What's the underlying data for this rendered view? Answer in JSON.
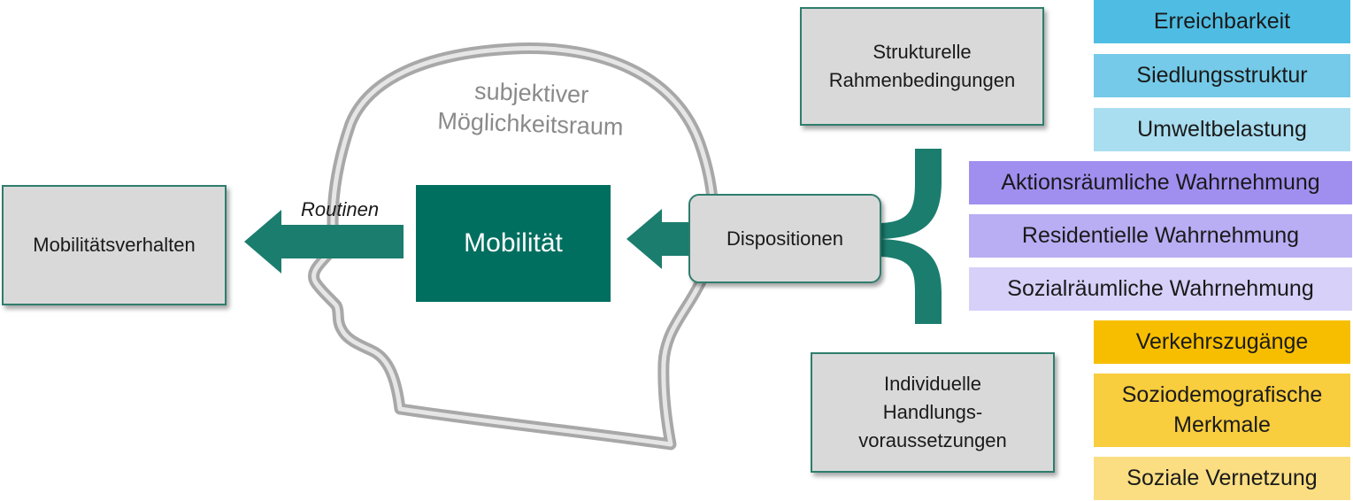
{
  "head": {
    "label_line1": "subjektiver",
    "label_line2": "Möglichkeitsraum"
  },
  "center": {
    "mobilitaet": "Mobilität",
    "dispositionen": "Dispositionen",
    "routinen": "Routinen"
  },
  "left_box": {
    "label": "Mobilitätsverhalten"
  },
  "structural_box": {
    "line1": "Strukturelle",
    "line2": "Rahmenbedingungen"
  },
  "individual_box": {
    "line1": "Individuelle",
    "line2": "Handlungs-",
    "line3": "voraussetzungen"
  },
  "factors": {
    "blue": [
      {
        "label": "Erreichbarkeit",
        "color": "#4fbde3"
      },
      {
        "label": "Siedlungsstruktur",
        "color": "#74cae8"
      },
      {
        "label": "Umweltbelastung",
        "color": "#a9ddf0"
      }
    ],
    "purple": [
      {
        "label": "Aktionsräumliche Wahrnehmung",
        "color": "#a18ff0"
      },
      {
        "label": "Residentielle Wahrnehmung",
        "color": "#b9adf3"
      },
      {
        "label": "Sozialräumliche Wahrnehmung",
        "color": "#d7d0f8"
      }
    ],
    "yellow": [
      {
        "label": "Verkehrszugänge",
        "color": "#f7be00"
      },
      {
        "label": "Soziodemografische",
        "label2": "Merkmale",
        "color": "#f8cd3e"
      },
      {
        "label": "Soziale Vernetzung",
        "color": "#fbde82"
      }
    ]
  },
  "colors": {
    "teal_dark": "#006f5f",
    "teal_arrow": "#1b7d6e",
    "box_gray": "#d9d9d9"
  }
}
